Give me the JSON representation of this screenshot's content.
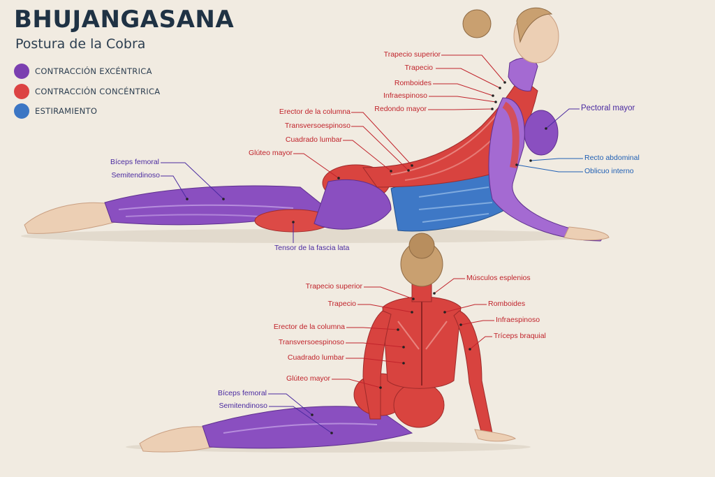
{
  "title": "BHUJANGASANA",
  "subtitle": "Postura de la Cobra",
  "colors": {
    "excentrica": "#7b3fb0",
    "concentrica": "#dc4343",
    "estiramiento": "#3c76c4",
    "ink_red": "#c0232b",
    "ink_purple": "#4a2aa0",
    "ink_blue": "#1f5fb4"
  },
  "legend": [
    {
      "label": "CONTRACCIÓN EXCÉNTRICA",
      "color": "#7b3fb0"
    },
    {
      "label": "CONTRACCIÓN CONCÉNTRICA",
      "color": "#dc4343"
    },
    {
      "label": "ESTIRAMIENTO",
      "color": "#3c76c4"
    }
  ],
  "side_view": {
    "labels": [
      {
        "text": "Trapecio superior",
        "type": "red"
      },
      {
        "text": "Trapecio",
        "type": "red"
      },
      {
        "text": "Romboides",
        "type": "red"
      },
      {
        "text": "Infraespinoso",
        "type": "red"
      },
      {
        "text": "Redondo mayor",
        "type": "red"
      },
      {
        "text": "Erector de la columna",
        "type": "red"
      },
      {
        "text": "Transversoespinoso",
        "type": "red"
      },
      {
        "text": "Cuadrado lumbar",
        "type": "red"
      },
      {
        "text": "Glúteo mayor",
        "type": "red"
      },
      {
        "text": "Bíceps femoral",
        "type": "purple"
      },
      {
        "text": "Semitendinoso",
        "type": "purple"
      },
      {
        "text": "Tensor de la fascia lata",
        "type": "purple"
      },
      {
        "text": "Pectoral mayor",
        "type": "purple"
      },
      {
        "text": "Recto abdominal",
        "type": "blue"
      },
      {
        "text": "Oblicuo interno",
        "type": "blue"
      }
    ]
  },
  "back_view": {
    "labels": [
      {
        "text": "Trapecio superior",
        "type": "red"
      },
      {
        "text": "Trapecio",
        "type": "red"
      },
      {
        "text": "Erector de la columna",
        "type": "red"
      },
      {
        "text": "Transversoespinoso",
        "type": "red"
      },
      {
        "text": "Cuadrado lumbar",
        "type": "red"
      },
      {
        "text": "Glúteo mayor",
        "type": "red"
      },
      {
        "text": "Bíceps femoral",
        "type": "purple"
      },
      {
        "text": "Semitendinoso",
        "type": "purple"
      },
      {
        "text": "Músculos esplenios",
        "type": "red"
      },
      {
        "text": "Romboides",
        "type": "red"
      },
      {
        "text": "Infraespinoso",
        "type": "red"
      },
      {
        "text": "Tríceps braquial",
        "type": "red"
      }
    ]
  }
}
